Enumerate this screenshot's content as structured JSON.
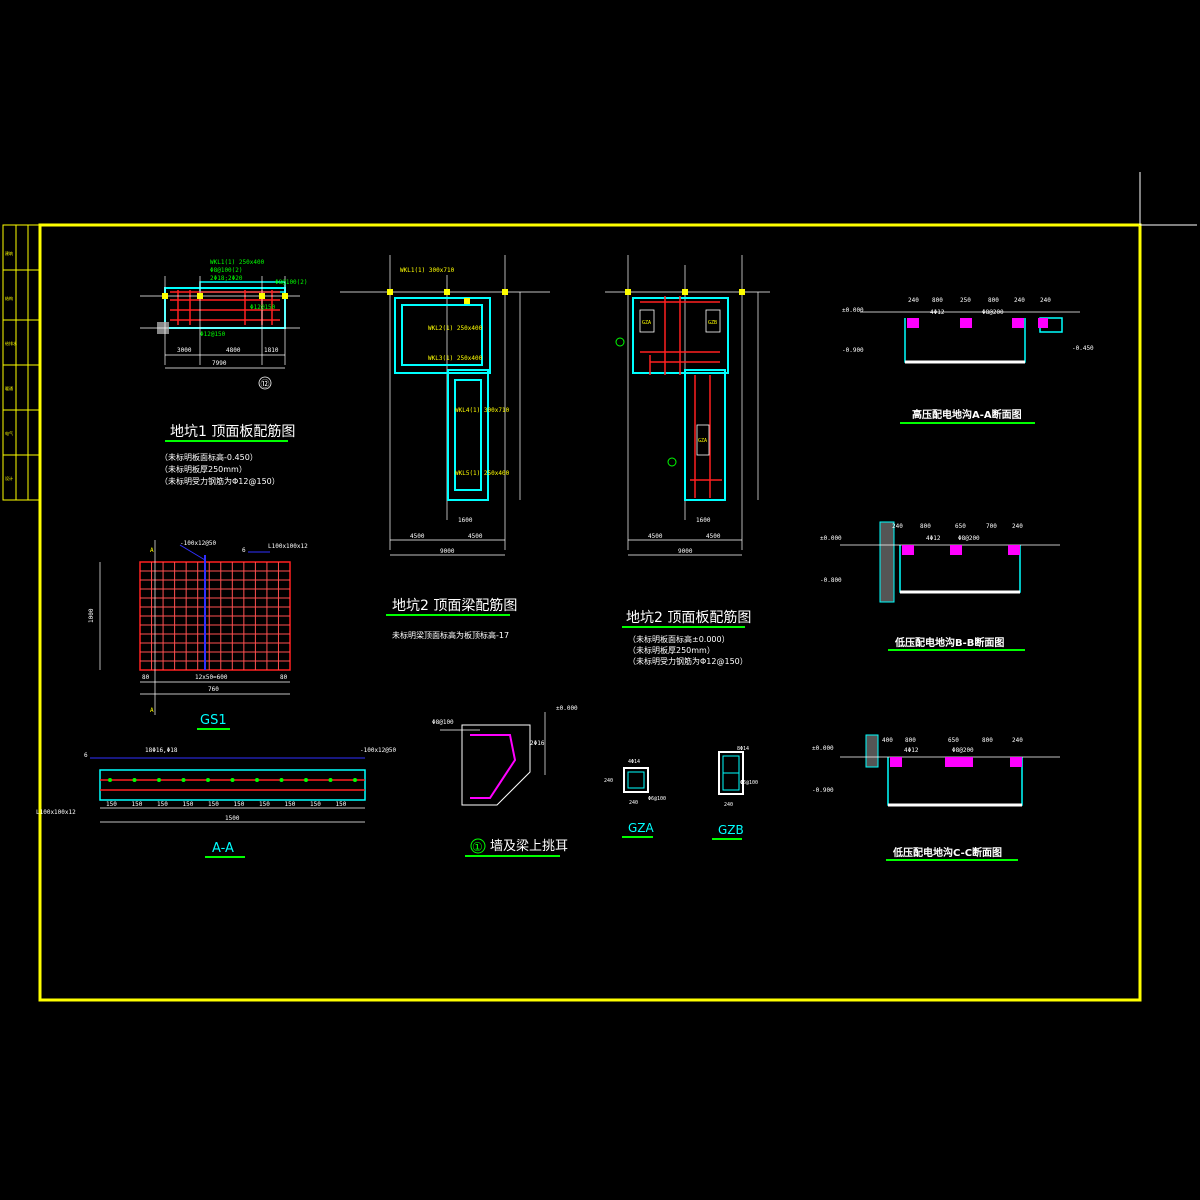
{
  "colors": {
    "background": "#000000",
    "frame": "#ffff00",
    "dimension": "#ffffff",
    "rebar": "#ff2020",
    "outline": "#00ffff",
    "title": "#00ff00",
    "stirrup": "#3030ff",
    "annotation": "#ff00ff"
  },
  "title_block": {
    "cells": [
      "建筑",
      "结构",
      "给排水",
      "暖通",
      "电气",
      "设计"
    ]
  },
  "drawings": {
    "pit1": {
      "title": "地坑1 顶面板配筋图",
      "notes": [
        "（未标明板面标高-0.450）",
        "（未标明板厚250mm）",
        "（未标明受力钢筋为Φ12@150）"
      ],
      "dims": [
        "3000",
        "4800",
        "1810",
        "7990"
      ],
      "axis": "⑫",
      "labels": [
        "WKL1(1) 250x400",
        "Φ8@100(2)",
        "2Φ18;2Φ20",
        "Φ12@150",
        "Φ8@100(2)",
        "Φ12@150"
      ]
    },
    "pit2_beam": {
      "title": "地坑2 顶面梁配筋图",
      "notes": [
        "未标明梁顶面标高为板顶标高-17"
      ],
      "dims": [
        "4500",
        "4500",
        "9000",
        "1600"
      ],
      "labels": [
        "WKL1(1) 300x710",
        "WKL2(1) 250x400",
        "WKL3(1) 250x400",
        "WKL4(1) 300x710",
        "WKL5(1) 250x400"
      ]
    },
    "pit2_slab": {
      "title": "地坑2 顶面板配筋图",
      "notes": [
        "（未标明板面标高±0.000）",
        "（未标明板厚250mm）",
        "（未标明受力钢筋为Φ12@150）"
      ],
      "dims": [
        "4500",
        "4500",
        "9000",
        "1600"
      ],
      "labels": [
        "GZA",
        "GZB",
        "GZA"
      ]
    },
    "hv_section": {
      "title": "高压配电地沟A-A断面图",
      "dims": [
        "240",
        "800",
        "250",
        "800",
        "240",
        "240"
      ],
      "labels": [
        "±0.000",
        "-0.900",
        "-0.450",
        "4Φ12",
        "Φ8@200"
      ]
    },
    "lv_section_b": {
      "title": "低压配电地沟B-B断面图",
      "dims": [
        "240",
        "800",
        "650",
        "700",
        "240"
      ],
      "labels": [
        "±0.000",
        "-0.800",
        "4Φ12",
        "Φ8@200"
      ]
    },
    "lv_section_c": {
      "title": "低压配电地沟C-C断面图",
      "dims": [
        "400",
        "800",
        "650",
        "800",
        "240"
      ],
      "labels": [
        "±0.000",
        "-0.900",
        "4Φ12",
        "Φ8@200"
      ]
    },
    "gs1": {
      "title": "GS1",
      "dims": [
        "80",
        "12x50=600",
        "80",
        "760",
        "1000"
      ],
      "labels": [
        "-100x12@50",
        "6",
        "L100x100x12",
        "A",
        "A"
      ]
    },
    "section_aa": {
      "title": "A-A",
      "dims": [
        "150",
        "150",
        "150",
        "150",
        "150",
        "150",
        "150",
        "150",
        "150",
        "150",
        "1500"
      ],
      "labels": [
        "6",
        "18Φ16,Φ18",
        "-100x12@50",
        "L100x100x12"
      ]
    },
    "wall_ear": {
      "number": "①",
      "title": "墙及梁上挑耳",
      "labels": [
        "Φ8@100",
        "±0.000",
        "2Φ16"
      ]
    },
    "gza": {
      "title": "GZA",
      "labels": [
        "4Φ14",
        "Φ6@100",
        "240",
        "240"
      ]
    },
    "gzb": {
      "title": "GZB",
      "labels": [
        "8Φ14",
        "Φ6@100",
        "240"
      ]
    }
  }
}
